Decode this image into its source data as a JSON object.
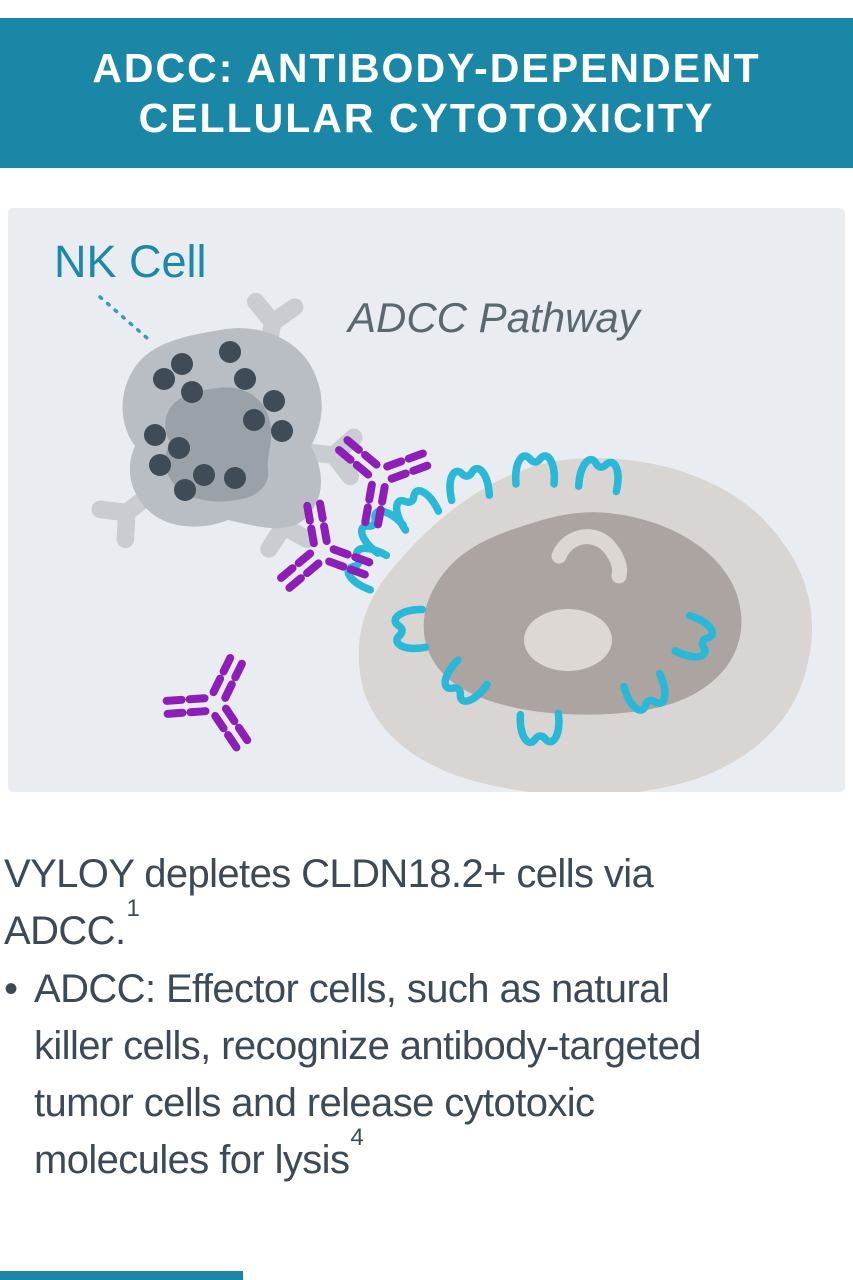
{
  "header": {
    "title_lines": [
      "ADCC: ANTIBODY-DEPENDENT",
      "CELLULAR CYTOTOXICITY"
    ],
    "bg_color": "#1987a5",
    "text_color": "#ffffff"
  },
  "diagram": {
    "nk_cell_label": "NK Cell",
    "pathway_label": "ADCC Pathway",
    "panel_bg": "#e9edf1",
    "colors": {
      "nk_cell_outer": "#b9bec5",
      "nk_cell_inner": "#9aa1a9",
      "granule": "#3f4c58",
      "fc_receptor": "#c9ccd1",
      "antibody_purple": "#8d1eb8",
      "cldn_protein_cyan": "#2ab8d8",
      "tumor_cell_outer": "#d9d5d2",
      "tumor_cell_inner": "#aba4a1",
      "nucleolus": "#ded8d4",
      "label_teal": "#1e88a9",
      "label_gray": "#5c6870"
    },
    "elements": [
      "nk-cell",
      "granules",
      "fc-receptors",
      "antibodies",
      "tumor-cell",
      "cldn18-proteins",
      "leader-line"
    ]
  },
  "body": {
    "statement_lines": [
      "VYLOY depletes CLDN18.2+ cells via",
      "ADCC."
    ],
    "statement_sup": "1",
    "bullet_marker": "•",
    "bullet_lines": [
      "ADCC: Effector cells, such as natural",
      "killer cells, recognize antibody-targeted",
      "tumor cells and release cytotoxic",
      "molecules for lysis"
    ],
    "bullet_sup": "4",
    "text_color": "#3c4a57"
  },
  "footer": {
    "progress_bar_color": "#1987a5"
  }
}
